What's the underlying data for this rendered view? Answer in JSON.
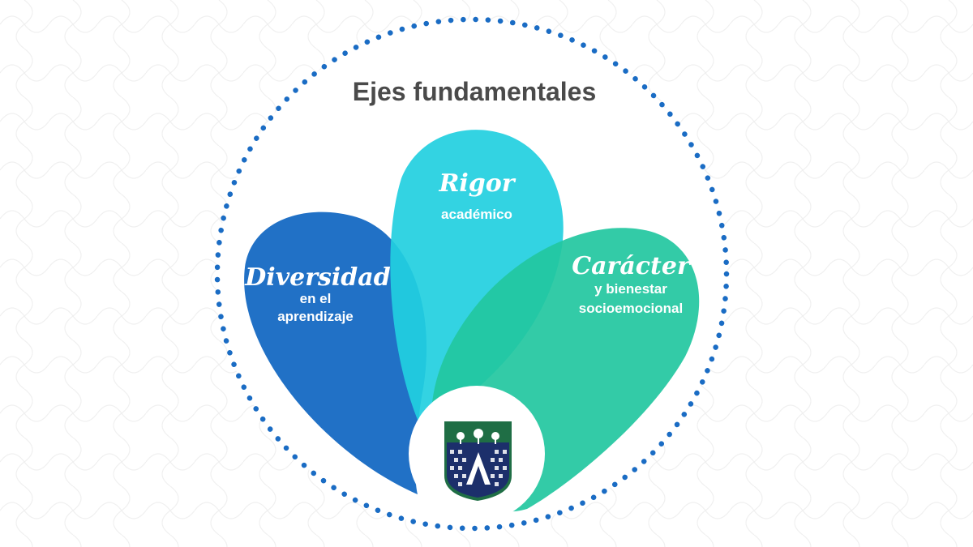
{
  "title": "Ejes fundamentales",
  "petals": [
    {
      "script": "Diversidad",
      "lines": [
        "en el",
        "aprendizaje"
      ],
      "color": "#1a6cc4"
    },
    {
      "script": "Rigor",
      "lines": [
        "académico"
      ],
      "color": "#22cfe0"
    },
    {
      "script": "Carácter",
      "lines": [
        "y bienestar",
        "socioemocional"
      ],
      "color": "#22c7a0"
    }
  ],
  "colors": {
    "title": "#4a4a4a",
    "dots": "#1a6cc4",
    "text_on_petal": "#ffffff",
    "shield_green": "#1f6e45",
    "shield_navy": "#1c2f6b"
  },
  "emblem": {
    "type": "school-shield-icon"
  }
}
